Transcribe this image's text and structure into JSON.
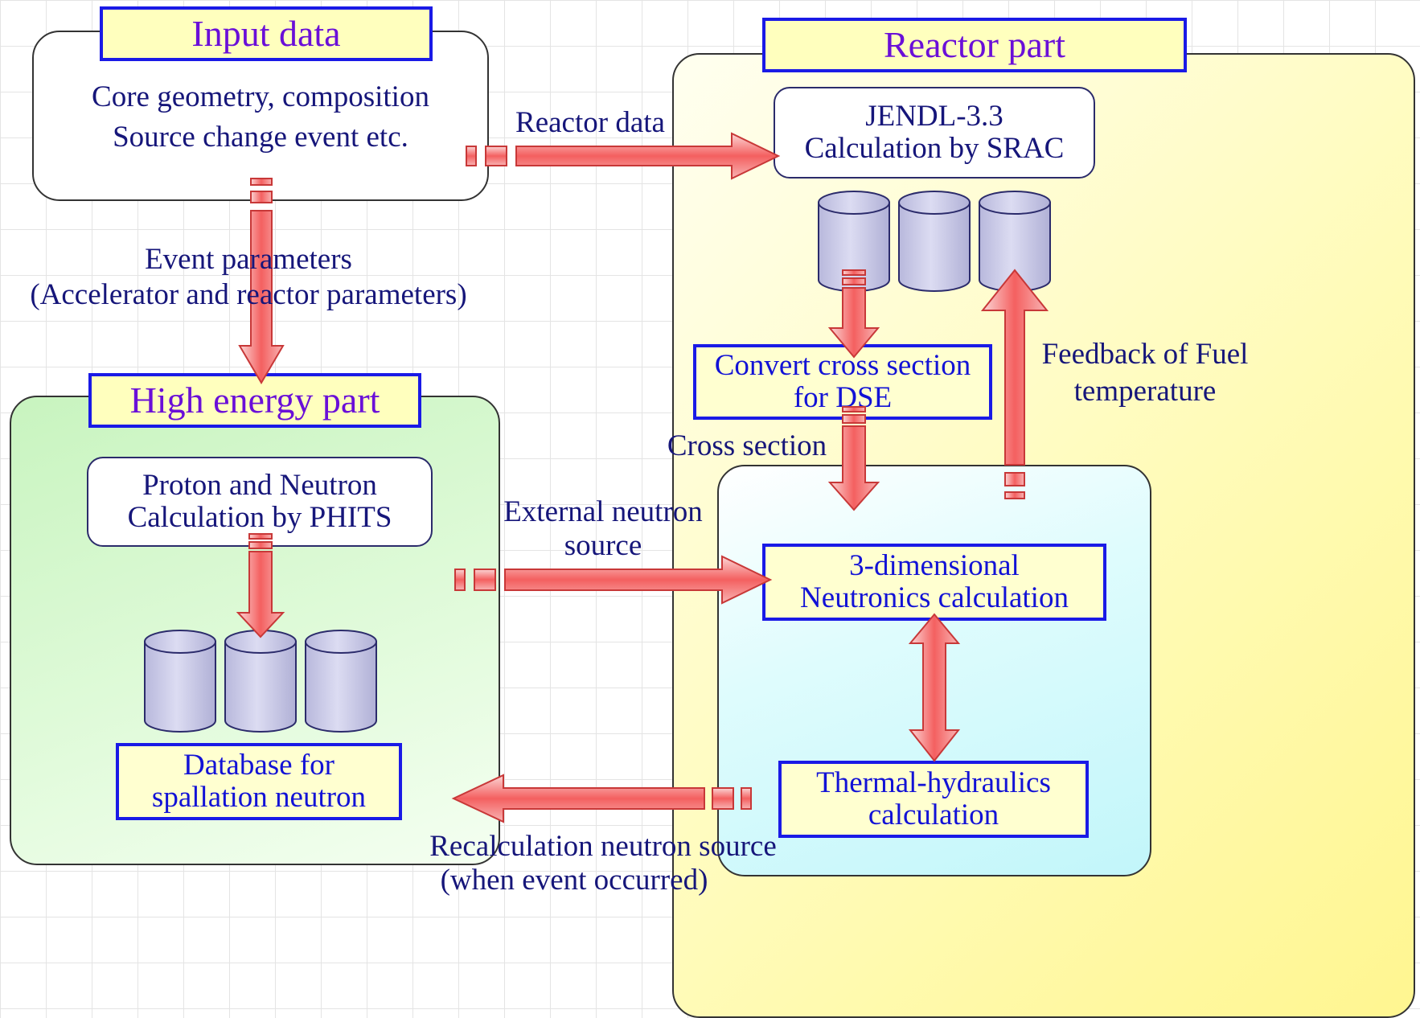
{
  "input": {
    "title": "Input data",
    "line1": "Core geometry, composition",
    "line2": "Source change event etc."
  },
  "high": {
    "title": "High energy part",
    "phits_line1": "Proton and Neutron",
    "phits_line2": "Calculation by PHITS",
    "db_line1": "Database for",
    "db_line2": "spallation neutron"
  },
  "reactor": {
    "title": "Reactor part",
    "jendl_line1": "JENDL-3.3",
    "jendl_line2": "Calculation by SRAC",
    "convert_line1": "Convert cross section",
    "convert_line2": "for DSE",
    "neutronics_line1": "3-dimensional",
    "neutronics_line2": "Neutronics calculation",
    "thermal_line1": "Thermal-hydraulics",
    "thermal_line2": "calculation"
  },
  "labels": {
    "reactor_data": "Reactor data",
    "event_params1": "Event parameters",
    "event_params2": "(Accelerator and reactor parameters)",
    "feedback1": "Feedback of Fuel",
    "feedback2": "temperature",
    "cross_section": "Cross section",
    "external1": "External neutron",
    "external2": "source",
    "recalc1": "Recalculation neutron source",
    "recalc2": "(when event occurred)"
  },
  "colors": {
    "title_text": "#6a0fd8",
    "box_border": "#1a1ae6",
    "box_fill": "#ffffd0",
    "arrow": "#f05050",
    "reactor_panel": "#fffbb0",
    "high_panel": "#d8f8d0",
    "coupled_panel": "#ccfafc",
    "cylinder": "#c8c8e6"
  }
}
